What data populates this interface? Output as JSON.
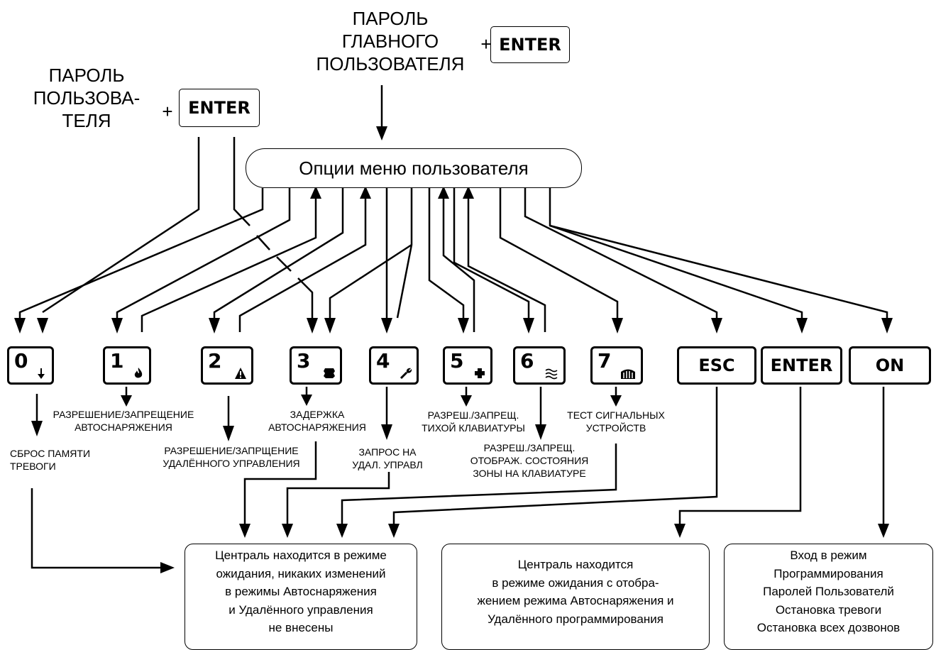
{
  "header": {
    "master_pw_lines": [
      "ПАРОЛЬ",
      "ГЛАВНОГО",
      "ПОЛЬЗОВАТЕЛЯ"
    ],
    "user_pw_lines": [
      "ПАРОЛЬ",
      "ПОЛЬЗОВА-",
      "ТЕЛЯ"
    ],
    "plus": "+",
    "enter": "ENTER"
  },
  "menu": {
    "title": "Опции меню пользователя"
  },
  "keys": [
    {
      "num": "0",
      "icon": "arrow-down-icon"
    },
    {
      "num": "1",
      "icon": "fire-icon"
    },
    {
      "num": "2",
      "icon": "warning-icon"
    },
    {
      "num": "3",
      "icon": "police-badge-icon"
    },
    {
      "num": "4",
      "icon": "wrench-icon"
    },
    {
      "num": "5",
      "icon": "medical-cross-icon"
    },
    {
      "num": "6",
      "icon": "wave-icon"
    },
    {
      "num": "7",
      "icon": "siren-icon"
    }
  ],
  "word_keys": {
    "esc": "ESC",
    "enter": "ENTER",
    "on": "ON"
  },
  "labels": {
    "k0": [
      "СБРОС ПАМЯТИ",
      "ТРЕВОГИ"
    ],
    "k1": [
      "РАЗРЕШЕНИЕ/ЗАПРЕЩЕНИЕ",
      "АВТОСНАРЯЖЕНИЯ"
    ],
    "k2": [
      "РАЗРЕШЕНИЕ/ЗАПРЩЕНИЕ",
      "УДАЛЁННОГО УПРАВЛЕНИЯ"
    ],
    "k3": [
      "ЗАДЕРЖКА",
      "АВТОСНАРЯЖЕНИЯ"
    ],
    "k4": [
      "ЗАПРОС НА",
      "УДАЛ. УПРАВЛ"
    ],
    "k5": [
      "РАЗРЕШ./ЗАПРЕЩ.",
      "ТИХОЙ КЛАВИАТУРЫ"
    ],
    "k6": [
      "РАЗРЕШ./ЗАПРЕЩ.",
      "ОТОБРАЖ. СОСТОЯНИЯ",
      "ЗОНЫ НА КЛАВИАТУРЕ"
    ],
    "k7": [
      "ТЕСТ СИГНАЛЬНЫХ",
      "УСТРОЙСТВ"
    ]
  },
  "results": {
    "standby_no_change": [
      "Централь находится в режиме",
      "ожидания, никаких изменений",
      "в режимы Автоснаряжения",
      "и Удалённого управления",
      "не внесены"
    ],
    "standby_display": [
      "Централь находится",
      "в режиме ожидания с отобра-",
      "жением режима Автоснаряжения и",
      "Удалённого программирования"
    ],
    "programming": [
      "Вход в режим",
      "Программирования",
      "Паролей Пользователй",
      "Остановка тревоги",
      "Остановка всех дозвонов"
    ]
  }
}
